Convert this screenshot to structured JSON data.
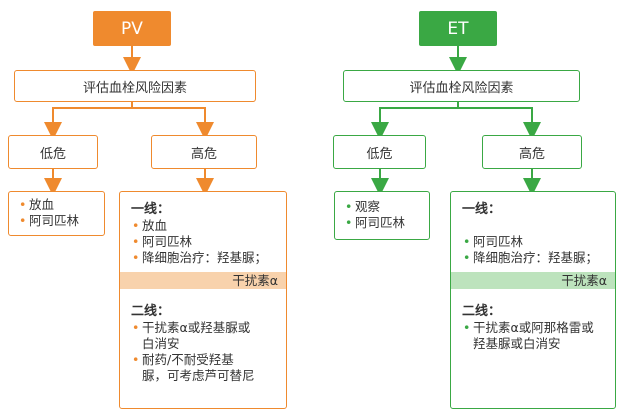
{
  "colors": {
    "pv": "#ef8a2e",
    "et": "#3aa844",
    "pv_band": "#f8d2ac",
    "et_band": "#bde3bd"
  },
  "pv": {
    "title": "PV",
    "assess": "评估血栓风险因素",
    "low": {
      "label": "低危",
      "items": [
        "放血",
        "阿司匹林"
      ]
    },
    "high": {
      "label": "高危",
      "first_line": {
        "heading": "一线：",
        "items": [
          "放血",
          "阿司匹林",
          "降细胞治疗：羟基脲；"
        ],
        "band_text": "干扰素α"
      },
      "second_line": {
        "heading": "二线：",
        "items": [
          "干扰素α或羟基脲或白消安",
          "耐药/不耐受羟基脲，可考虑芦可替尼"
        ]
      }
    }
  },
  "et": {
    "title": "ET",
    "assess": "评估血栓风险因素",
    "low": {
      "label": "低危",
      "items": [
        "观察",
        "阿司匹林"
      ]
    },
    "high": {
      "label": "高危",
      "first_line": {
        "heading": "一线：",
        "items": [
          "阿司匹林",
          "降细胞治疗：羟基脲；"
        ],
        "band_text": "干扰素α"
      },
      "second_line": {
        "heading": "二线：",
        "items": [
          "干扰素α或阿那格雷或羟基脲或白消安"
        ]
      }
    }
  }
}
